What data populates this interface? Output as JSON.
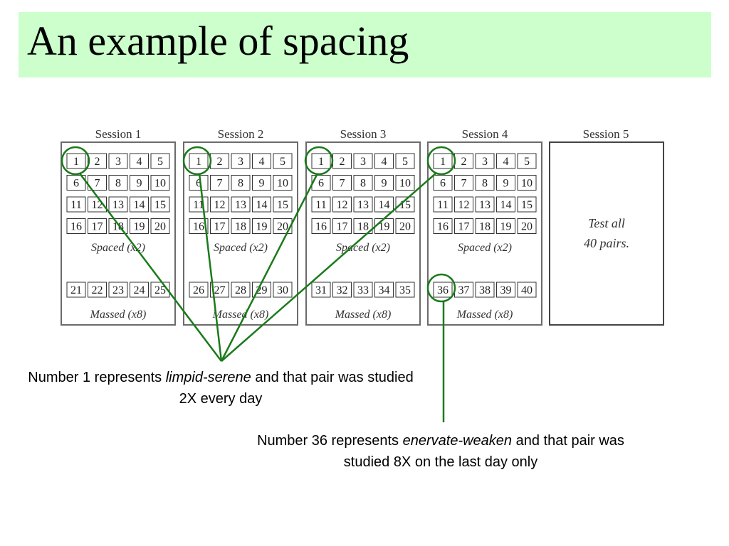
{
  "slide": {
    "title": "An example of spacing"
  },
  "sessions": [
    {
      "label": "Session 1",
      "spaced_items": [
        1,
        2,
        3,
        4,
        5,
        6,
        7,
        8,
        9,
        10,
        11,
        12,
        13,
        14,
        15,
        16,
        17,
        18,
        19,
        20
      ],
      "spaced_label": "Spaced (x2)",
      "massed_items": [
        21,
        22,
        23,
        24,
        25
      ],
      "massed_label": "Massed (x8)"
    },
    {
      "label": "Session 2",
      "spaced_items": [
        1,
        2,
        3,
        4,
        5,
        6,
        7,
        8,
        9,
        10,
        11,
        12,
        13,
        14,
        15,
        16,
        17,
        18,
        19,
        20
      ],
      "spaced_label": "Spaced (x2)",
      "massed_items": [
        26,
        27,
        28,
        29,
        30
      ],
      "massed_label": "Massed (x8)"
    },
    {
      "label": "Session 3",
      "spaced_items": [
        1,
        2,
        3,
        4,
        5,
        6,
        7,
        8,
        9,
        10,
        11,
        12,
        13,
        14,
        15,
        16,
        17,
        18,
        19,
        20
      ],
      "spaced_label": "Spaced (x2)",
      "massed_items": [
        31,
        32,
        33,
        34,
        35
      ],
      "massed_label": "Massed (x8)"
    },
    {
      "label": "Session 4",
      "spaced_items": [
        1,
        2,
        3,
        4,
        5,
        6,
        7,
        8,
        9,
        10,
        11,
        12,
        13,
        14,
        15,
        16,
        17,
        18,
        19,
        20
      ],
      "spaced_label": "Spaced (x2)",
      "massed_items": [
        36,
        37,
        38,
        39,
        40
      ],
      "massed_label": "Massed (x8)"
    }
  ],
  "test_session": {
    "label": "Session 5",
    "text_line1": "Test all",
    "text_line2": "40 pairs."
  },
  "caption_1": {
    "prefix": "Number 1 represents ",
    "term": "limpid-serene",
    "suffix": " and that pair was studied 2X every day"
  },
  "caption_2": {
    "prefix": "Number 36 represents ",
    "term": "enervate-weaken",
    "suffix": " and that pair was studied 8X on the last day only"
  },
  "colors": {
    "title_background": "#ccffcc",
    "highlight": "#1a7a1a",
    "panel_border": "#6b6b6b"
  }
}
